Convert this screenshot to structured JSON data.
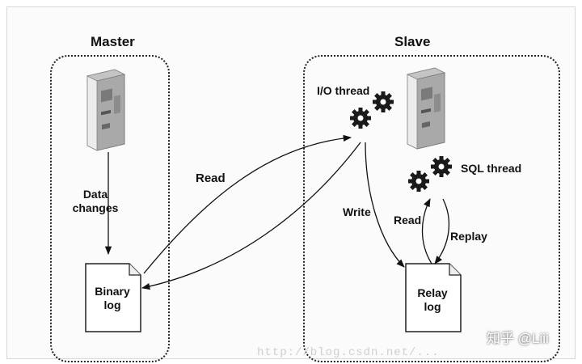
{
  "master": {
    "title": "Master",
    "data_changes": "Data changes",
    "binary_log": "Binary log"
  },
  "slave": {
    "title": "Slave",
    "io_thread": "I/O thread",
    "sql_thread": "SQL thread",
    "write": "Write",
    "read": "Read",
    "replay": "Replay",
    "relay_log": "Relay log"
  },
  "read_label": "Read",
  "watermarks": {
    "url": "http://blog.csdn.net/...",
    "brand": "知乎 @Liii"
  }
}
